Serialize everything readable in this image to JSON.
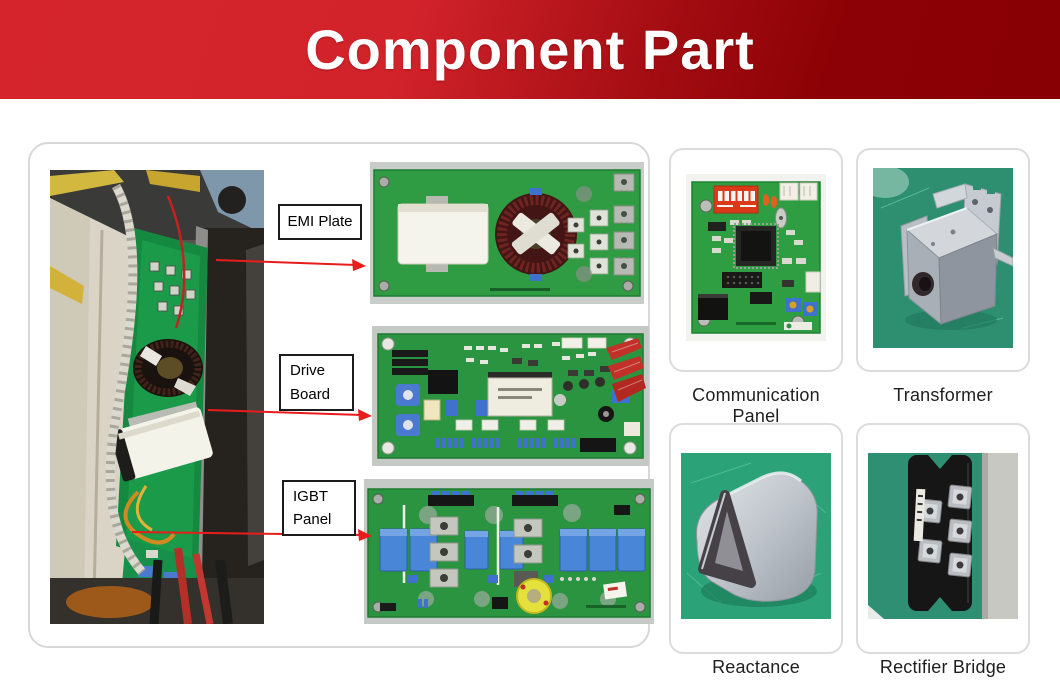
{
  "banner": {
    "title": "Component Part",
    "gradient_start": "#d2232b",
    "gradient_end": "#880004"
  },
  "main_panel": {
    "labels": {
      "emi": "EMI Plate",
      "drive_line1": "Drive",
      "drive_line2": "Board",
      "igbt_line1": "IGBT",
      "igbt_line2": "Panel"
    },
    "photos": [
      "machine-interior-photo",
      "emi-plate-board-photo",
      "drive-board-photo",
      "igbt-panel-board-photo"
    ]
  },
  "cards": [
    {
      "caption": "Communication Panel",
      "photo": "communication-panel-photo"
    },
    {
      "caption": "Transformer",
      "photo": "transformer-photo"
    },
    {
      "caption": "Reactance",
      "photo": "reactance-photo"
    },
    {
      "caption": "Rectifier Bridge",
      "photo": "rectifier-bridge-photo"
    }
  ],
  "colors": {
    "arrow": "#e81c1c",
    "panel_border": "#d8d8d8",
    "card_border": "#dcdcdc",
    "caption_text": "#1f1f1f",
    "pcb_green": "#2b9440",
    "mat_green": "#2e8f70"
  }
}
